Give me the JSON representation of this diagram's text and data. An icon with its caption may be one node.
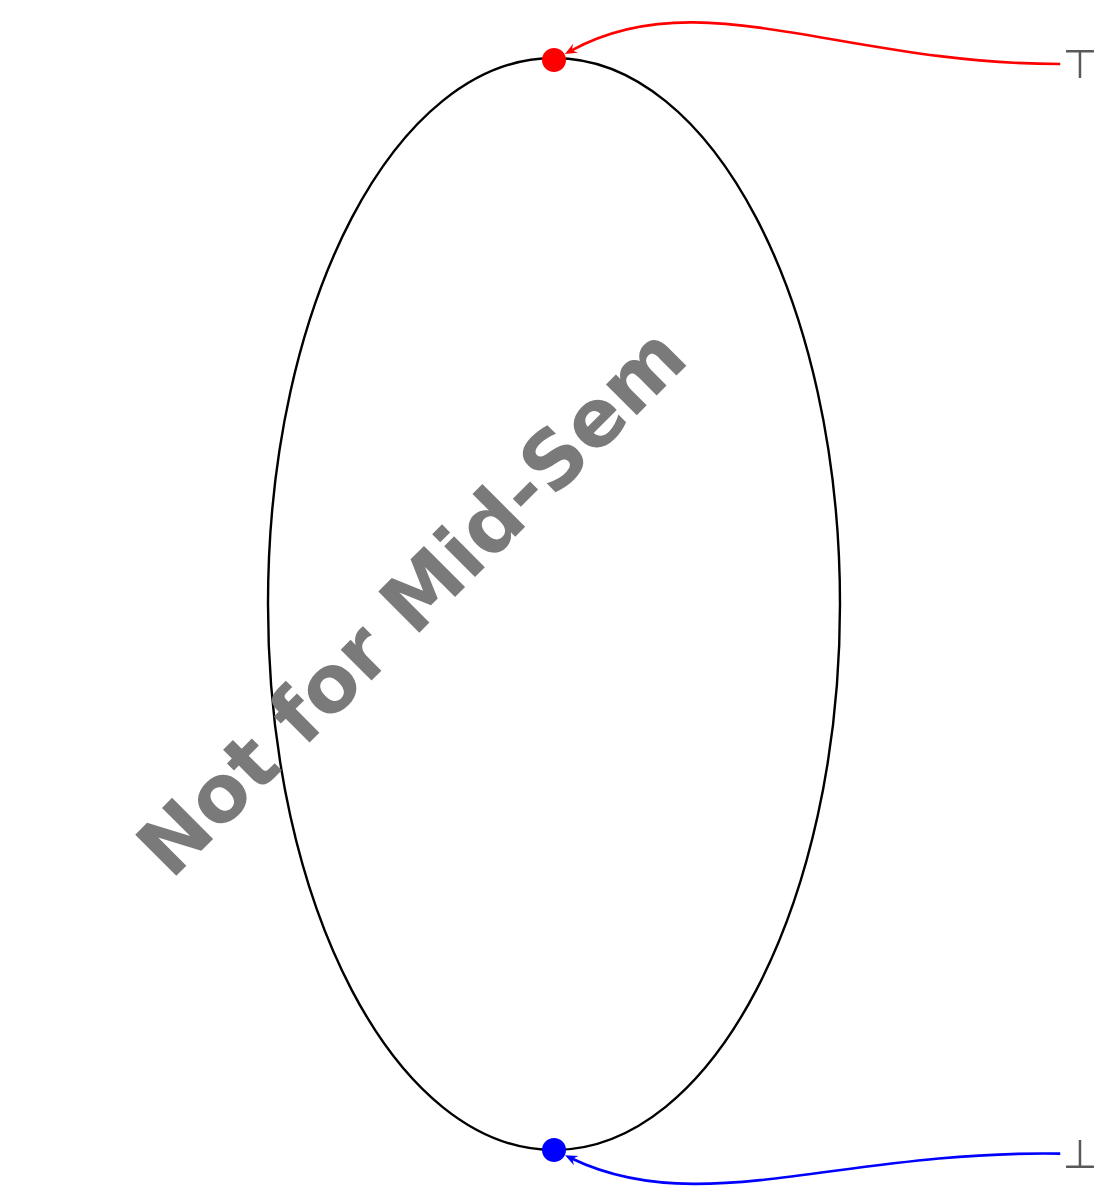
{
  "diagram": {
    "nodes": [
      {
        "text": [],
        "shape": "circle"
      },
      {
        "text": [
          "⊤"
        ]
      },
      {
        "text": [],
        "shape": "circle"
      },
      {
        "text": [
          "⊥"
        ]
      }
    ],
    "edges": [
      {
        "from": 1,
        "to": 0,
        "arrow": "to",
        "color": "#ff0000"
      },
      {
        "from": 3,
        "to": 2,
        "arrow": "to",
        "color": "#0000ff"
      }
    ],
    "labels": [
      "Not for Mid-Sem"
    ]
  }
}
